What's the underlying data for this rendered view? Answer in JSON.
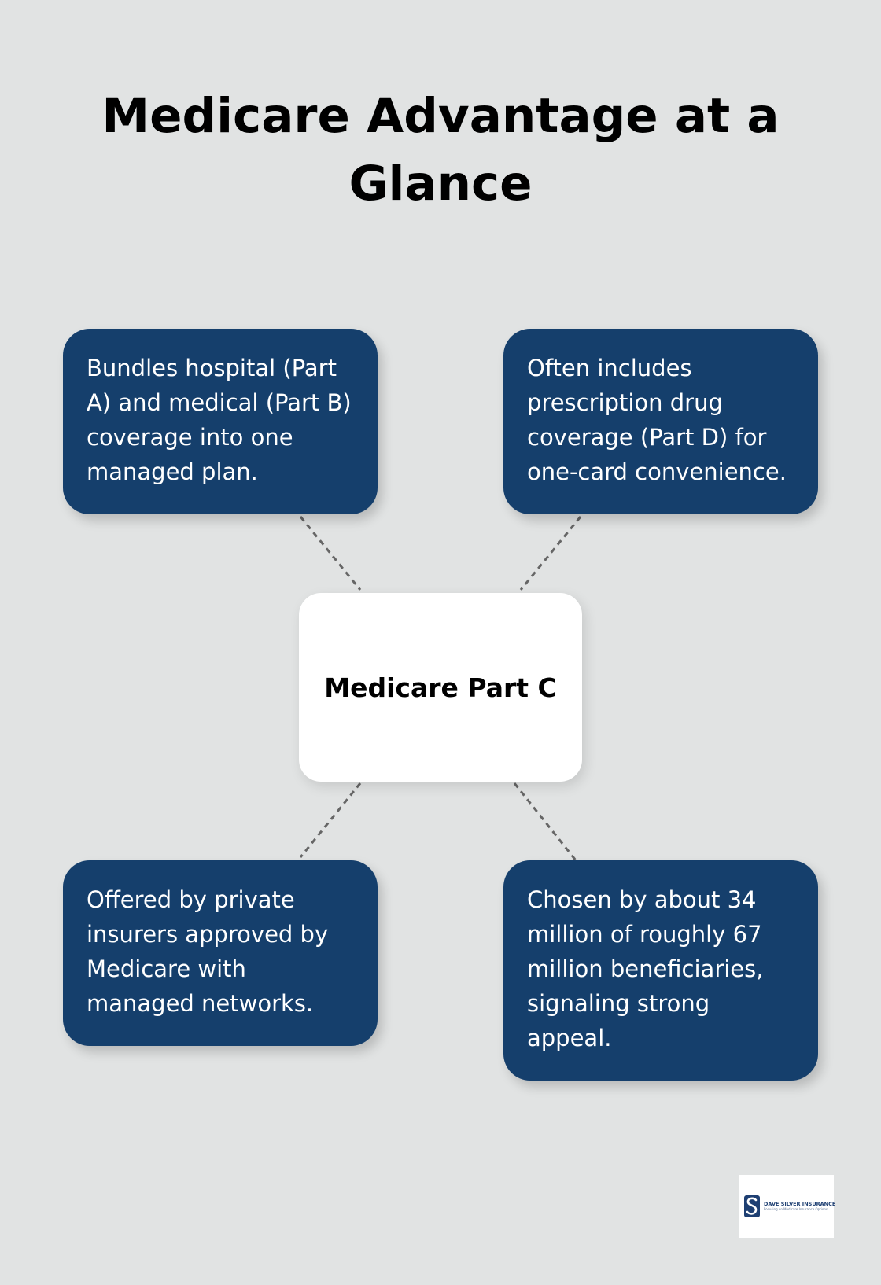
{
  "title": "Medicare Advantage at a Glance",
  "center": {
    "label": "Medicare Part C"
  },
  "boxes": [
    {
      "text": "Bundles hospital (Part A) and medical (Part B) coverage into one managed plan."
    },
    {
      "text": "Often includes prescription drug coverage (Part D) for one-card convenience."
    },
    {
      "text": "Offered by private insurers approved by Medicare with managed networks."
    },
    {
      "text": "Chosen by about 34 million of roughly 67 million beneficiaries, signaling strong appeal."
    }
  ],
  "logo": {
    "name": "DAVE SILVER INSURANCE",
    "tagline": "Focusing on Medicare Insurance Options",
    "icon": "dave-silver-insurance-logo-icon"
  },
  "colors": {
    "background": "#e1e3e3",
    "box_fill": "#153f6c",
    "box_text": "#ffffff",
    "center_fill": "#ffffff",
    "connector": "#666666",
    "logo_brand": "#1e3f72"
  }
}
